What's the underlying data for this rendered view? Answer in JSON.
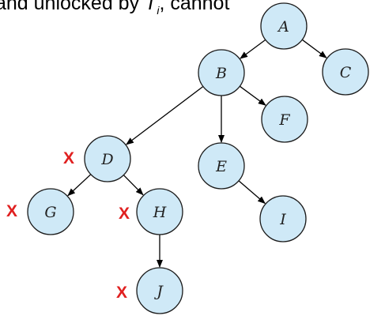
{
  "caption": {
    "prefix": "and unlocked by ",
    "lock_var": "T",
    "lock_sub": "i",
    "suffix": ", cannot"
  },
  "colors": {
    "node_fill": "#cfe9f7",
    "node_stroke": "#1a1a1a",
    "edge": "#000000",
    "mark": "#e02020",
    "label": "#222222"
  },
  "nodes": [
    {
      "id": "A",
      "label": "A",
      "marked": false
    },
    {
      "id": "B",
      "label": "B",
      "marked": false
    },
    {
      "id": "C",
      "label": "C",
      "marked": false
    },
    {
      "id": "D",
      "label": "D",
      "marked": true
    },
    {
      "id": "E",
      "label": "E",
      "marked": false
    },
    {
      "id": "F",
      "label": "F",
      "marked": false
    },
    {
      "id": "G",
      "label": "G",
      "marked": true
    },
    {
      "id": "H",
      "label": "H",
      "marked": true
    },
    {
      "id": "I",
      "label": "I",
      "marked": false
    },
    {
      "id": "J",
      "label": "J",
      "marked": true
    }
  ],
  "edges": [
    {
      "from": "A",
      "to": "B"
    },
    {
      "from": "A",
      "to": "C"
    },
    {
      "from": "B",
      "to": "D"
    },
    {
      "from": "B",
      "to": "E"
    },
    {
      "from": "B",
      "to": "F"
    },
    {
      "from": "D",
      "to": "G"
    },
    {
      "from": "D",
      "to": "H"
    },
    {
      "from": "E",
      "to": "I"
    },
    {
      "from": "H",
      "to": "J"
    }
  ],
  "mark_symbol": "X"
}
